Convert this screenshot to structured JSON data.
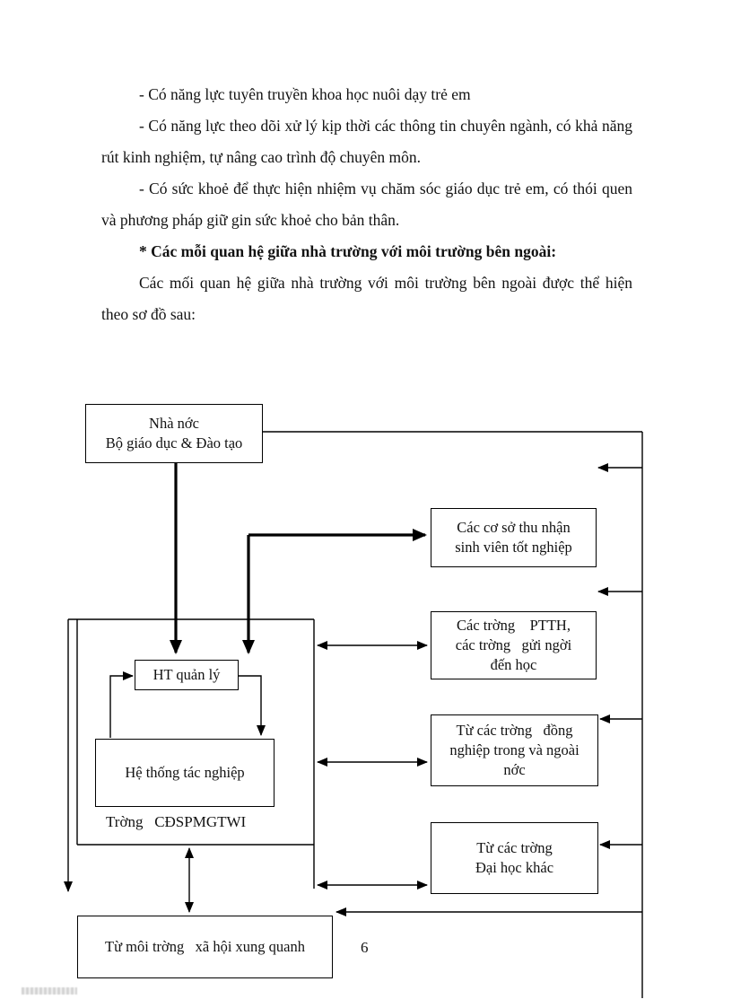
{
  "doc": {
    "paragraphs": [
      {
        "text": "- Có năng lực tuyên truyền khoa học nuôi dạy trẻ em"
      },
      {
        "text": "- Có năng lực theo dõi xử lý kịp thời các thông tin chuyên ngành, có khả năng rút kinh nghiệm, tự nâng cao trình độ chuyên môn."
      },
      {
        "text": "- Có sức khoẻ để thực hiện nhiệm vụ chăm sóc giáo dục trẻ em, có thói quen và phương pháp giữ gin sức khoẻ cho bản thân."
      },
      {
        "text": "* Các mỗi quan hệ giữa nhà trường với môi trường bên ngoài:"
      },
      {
        "text": "Các mối quan hệ giữa nhà trường với môi trường bên ngoài được thể hiện theo sơ đồ sau:"
      }
    ],
    "page_number": "6"
  },
  "diagram": {
    "line_color": "#000000",
    "boxes": {
      "ministry": {
        "label": "Nhà nớc\nBộ giáo dục & Đào tạo"
      },
      "graduates": {
        "label": "Các cơ sở thu nhận\nsinh viên tốt nghiệp"
      },
      "ptth_schools": {
        "label": "Các trờng    PTTH,\ncác trờng   gửi ngời\nđến học"
      },
      "colleague_schools": {
        "label": "Từ các trờng   đồng\nnghiệp trong và ngoài\nnớc"
      },
      "other_universities": {
        "label": "Từ các trờng\nĐại học khác"
      },
      "management_system": {
        "label": "HT quản lý"
      },
      "operations_system": {
        "label": "Hệ thống tác nghiệp"
      },
      "school_label": {
        "label": "Trờng   CĐSPMGTWI"
      },
      "social_environment": {
        "label": "Từ môi trờng   xã hội xung quanh"
      }
    }
  }
}
